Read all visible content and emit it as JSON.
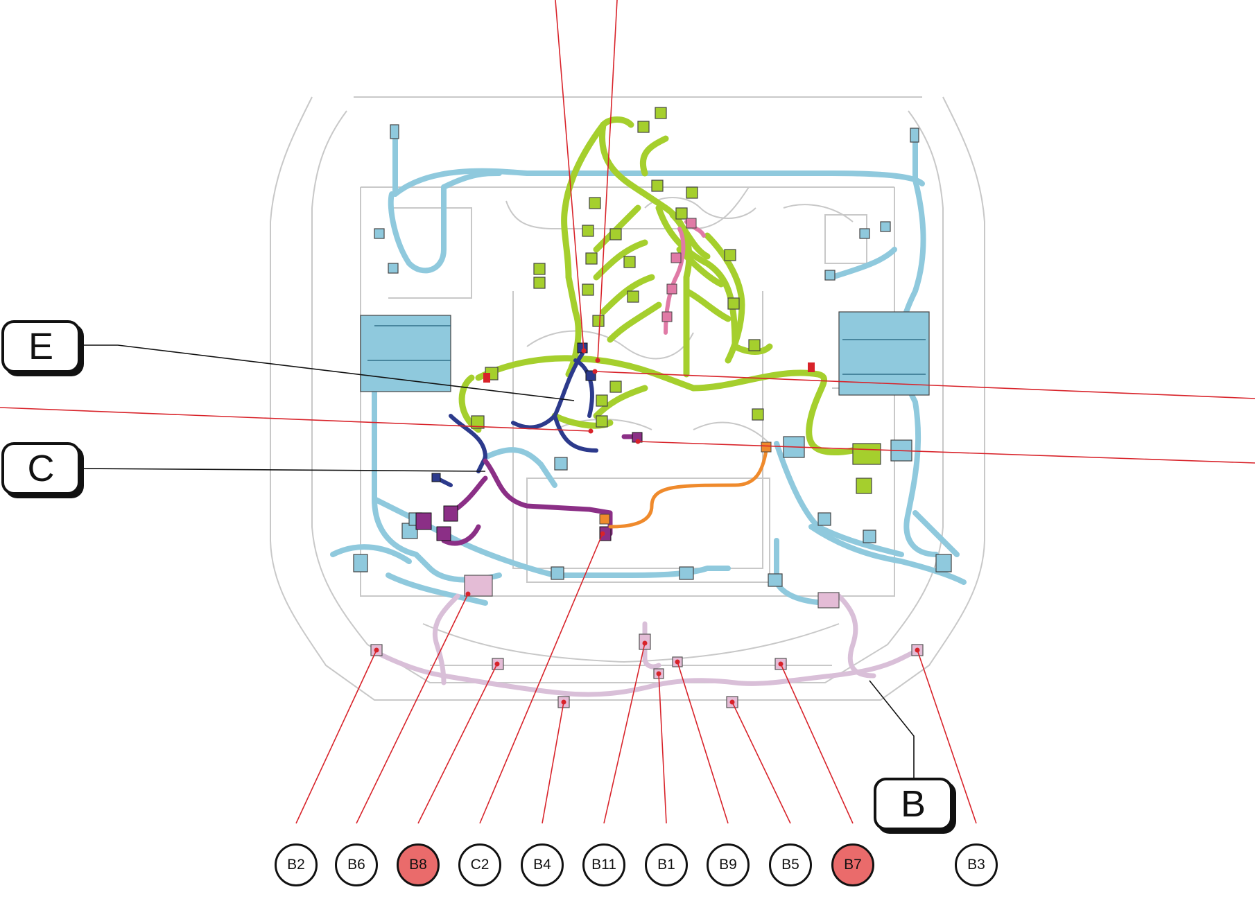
{
  "title": "",
  "callouts": [
    {
      "id": "E",
      "label": "E"
    },
    {
      "id": "C",
      "label": "C"
    },
    {
      "id": "B",
      "label": "B"
    }
  ],
  "connectors": [
    {
      "label": "B2",
      "highlighted": false
    },
    {
      "label": "B6",
      "highlighted": false
    },
    {
      "label": "B8",
      "highlighted": true
    },
    {
      "label": "C2",
      "highlighted": false
    },
    {
      "label": "B4",
      "highlighted": false
    },
    {
      "label": "B11",
      "highlighted": false
    },
    {
      "label": "B1",
      "highlighted": false
    },
    {
      "label": "B9",
      "highlighted": false
    },
    {
      "label": "B5",
      "highlighted": false
    },
    {
      "label": "B7",
      "highlighted": true
    },
    {
      "label": "B3",
      "highlighted": false
    }
  ],
  "harnesses": [
    {
      "name": "engine-room-main",
      "color": "#8fc9dd"
    },
    {
      "name": "engine",
      "color": "#a5cf2d"
    },
    {
      "name": "engine-wire-dark",
      "color": "#2c3a8c"
    },
    {
      "name": "purple",
      "color": "#8b2f86"
    },
    {
      "name": "pink",
      "color": "#e07aa6"
    },
    {
      "name": "orange",
      "color": "#ef8a2c"
    },
    {
      "name": "front-bumper",
      "color": "#d9bfd8"
    }
  ],
  "colors": {
    "leader_red": "#d8232a",
    "leader_black": "#111111",
    "highlight_fill": "#ea6b6b",
    "outline": "#c8c8c8"
  }
}
